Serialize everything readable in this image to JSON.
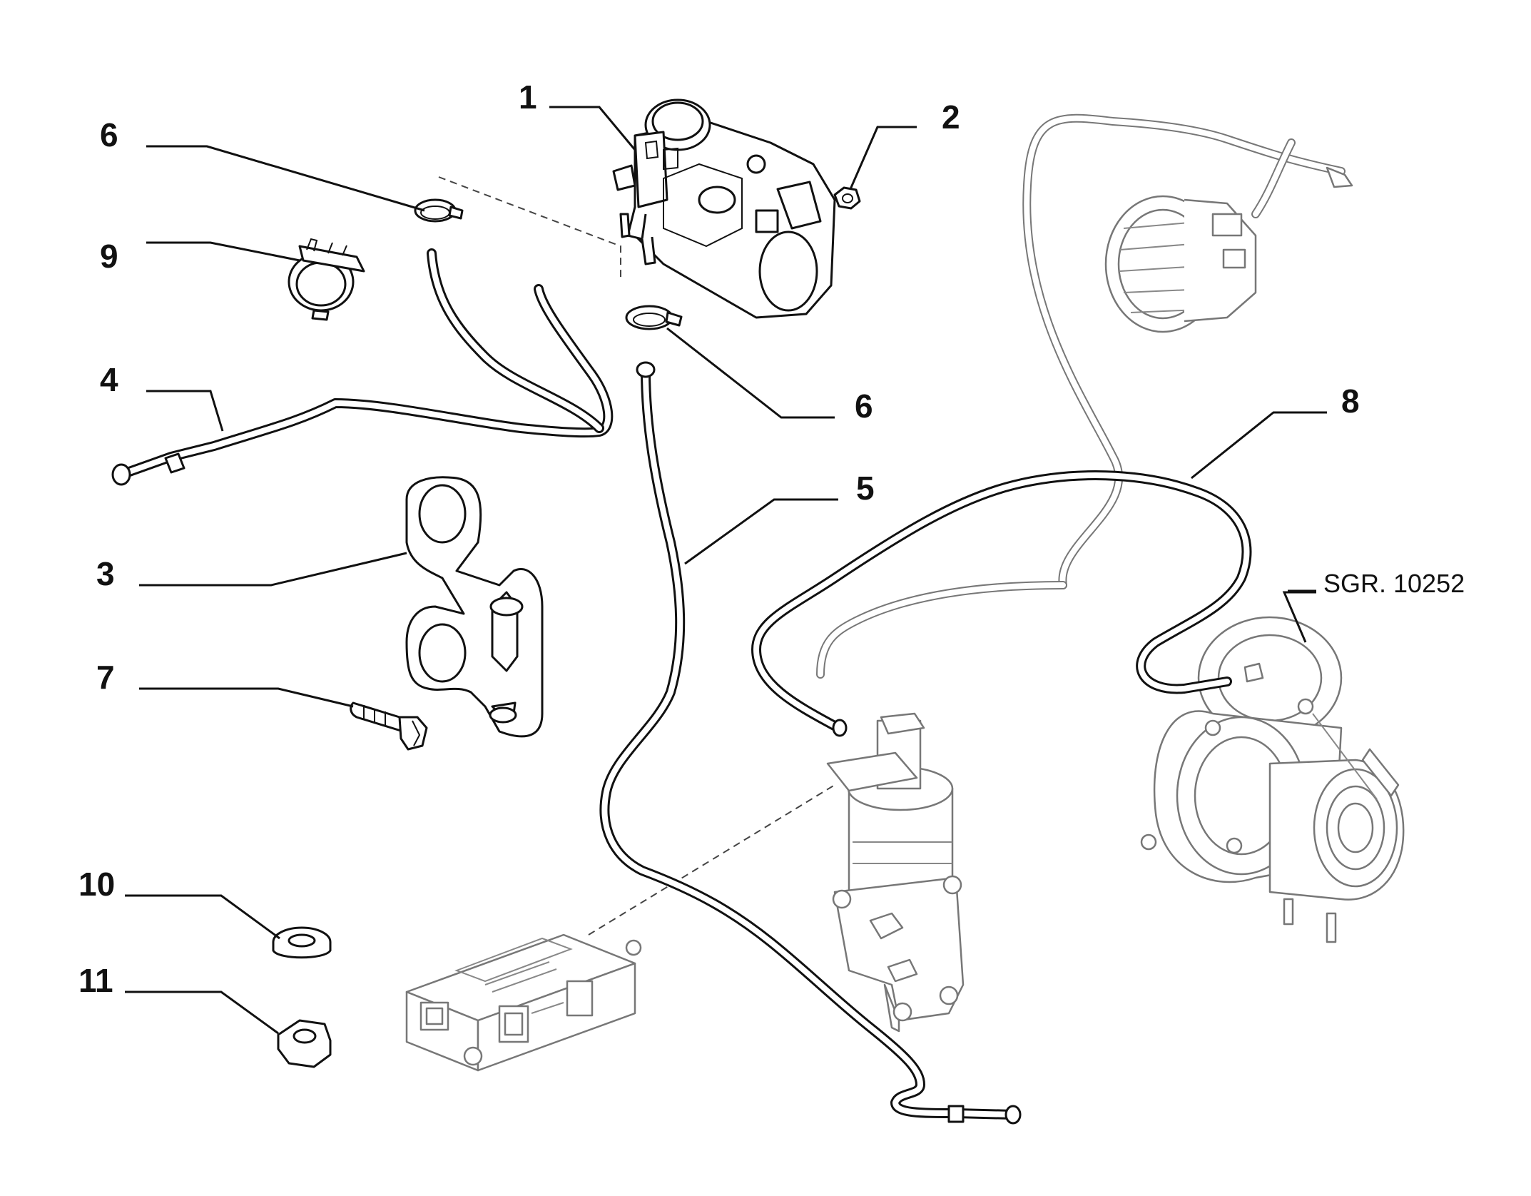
{
  "callouts": [
    {
      "id": "1",
      "label": "1"
    },
    {
      "id": "2",
      "label": "2"
    },
    {
      "id": "3",
      "label": "3"
    },
    {
      "id": "4",
      "label": "4"
    },
    {
      "id": "5",
      "label": "5"
    },
    {
      "id": "6a",
      "label": "6"
    },
    {
      "id": "6b",
      "label": "6"
    },
    {
      "id": "7",
      "label": "7"
    },
    {
      "id": "8",
      "label": "8"
    },
    {
      "id": "9",
      "label": "9"
    },
    {
      "id": "10",
      "label": "10"
    },
    {
      "id": "11",
      "label": "11"
    }
  ],
  "reference": {
    "label": "SGR. 10252"
  }
}
